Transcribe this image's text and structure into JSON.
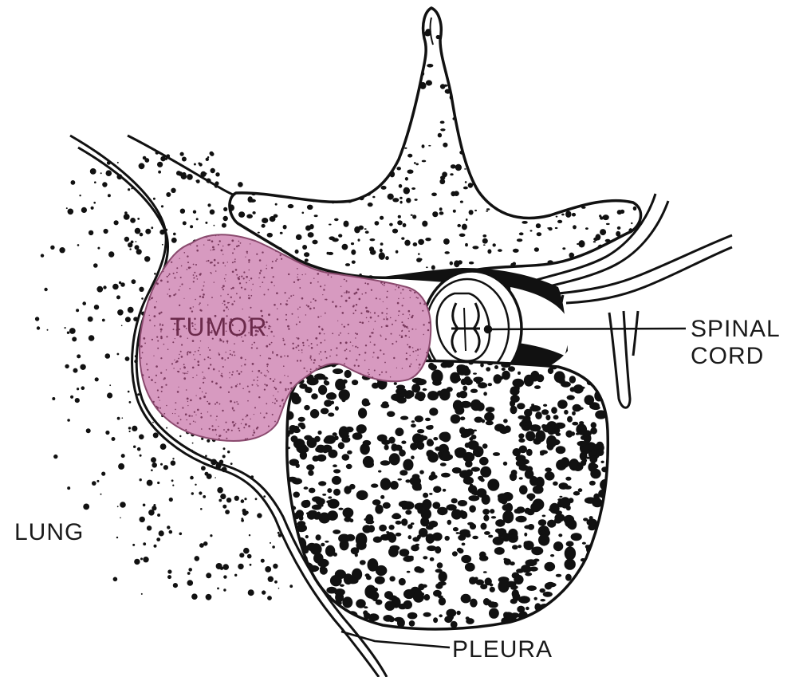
{
  "labels": {
    "tumor": "TUMOR",
    "spinal_cord_line1": "SPINAL",
    "spinal_cord_line2": "CORD",
    "lung": "LUNG",
    "pleura": "PLEURA"
  },
  "colors": {
    "tumor_fill": "#d79ac0",
    "tumor_text": "#6b2a4b",
    "ink": "#111111",
    "background": "#ffffff"
  }
}
